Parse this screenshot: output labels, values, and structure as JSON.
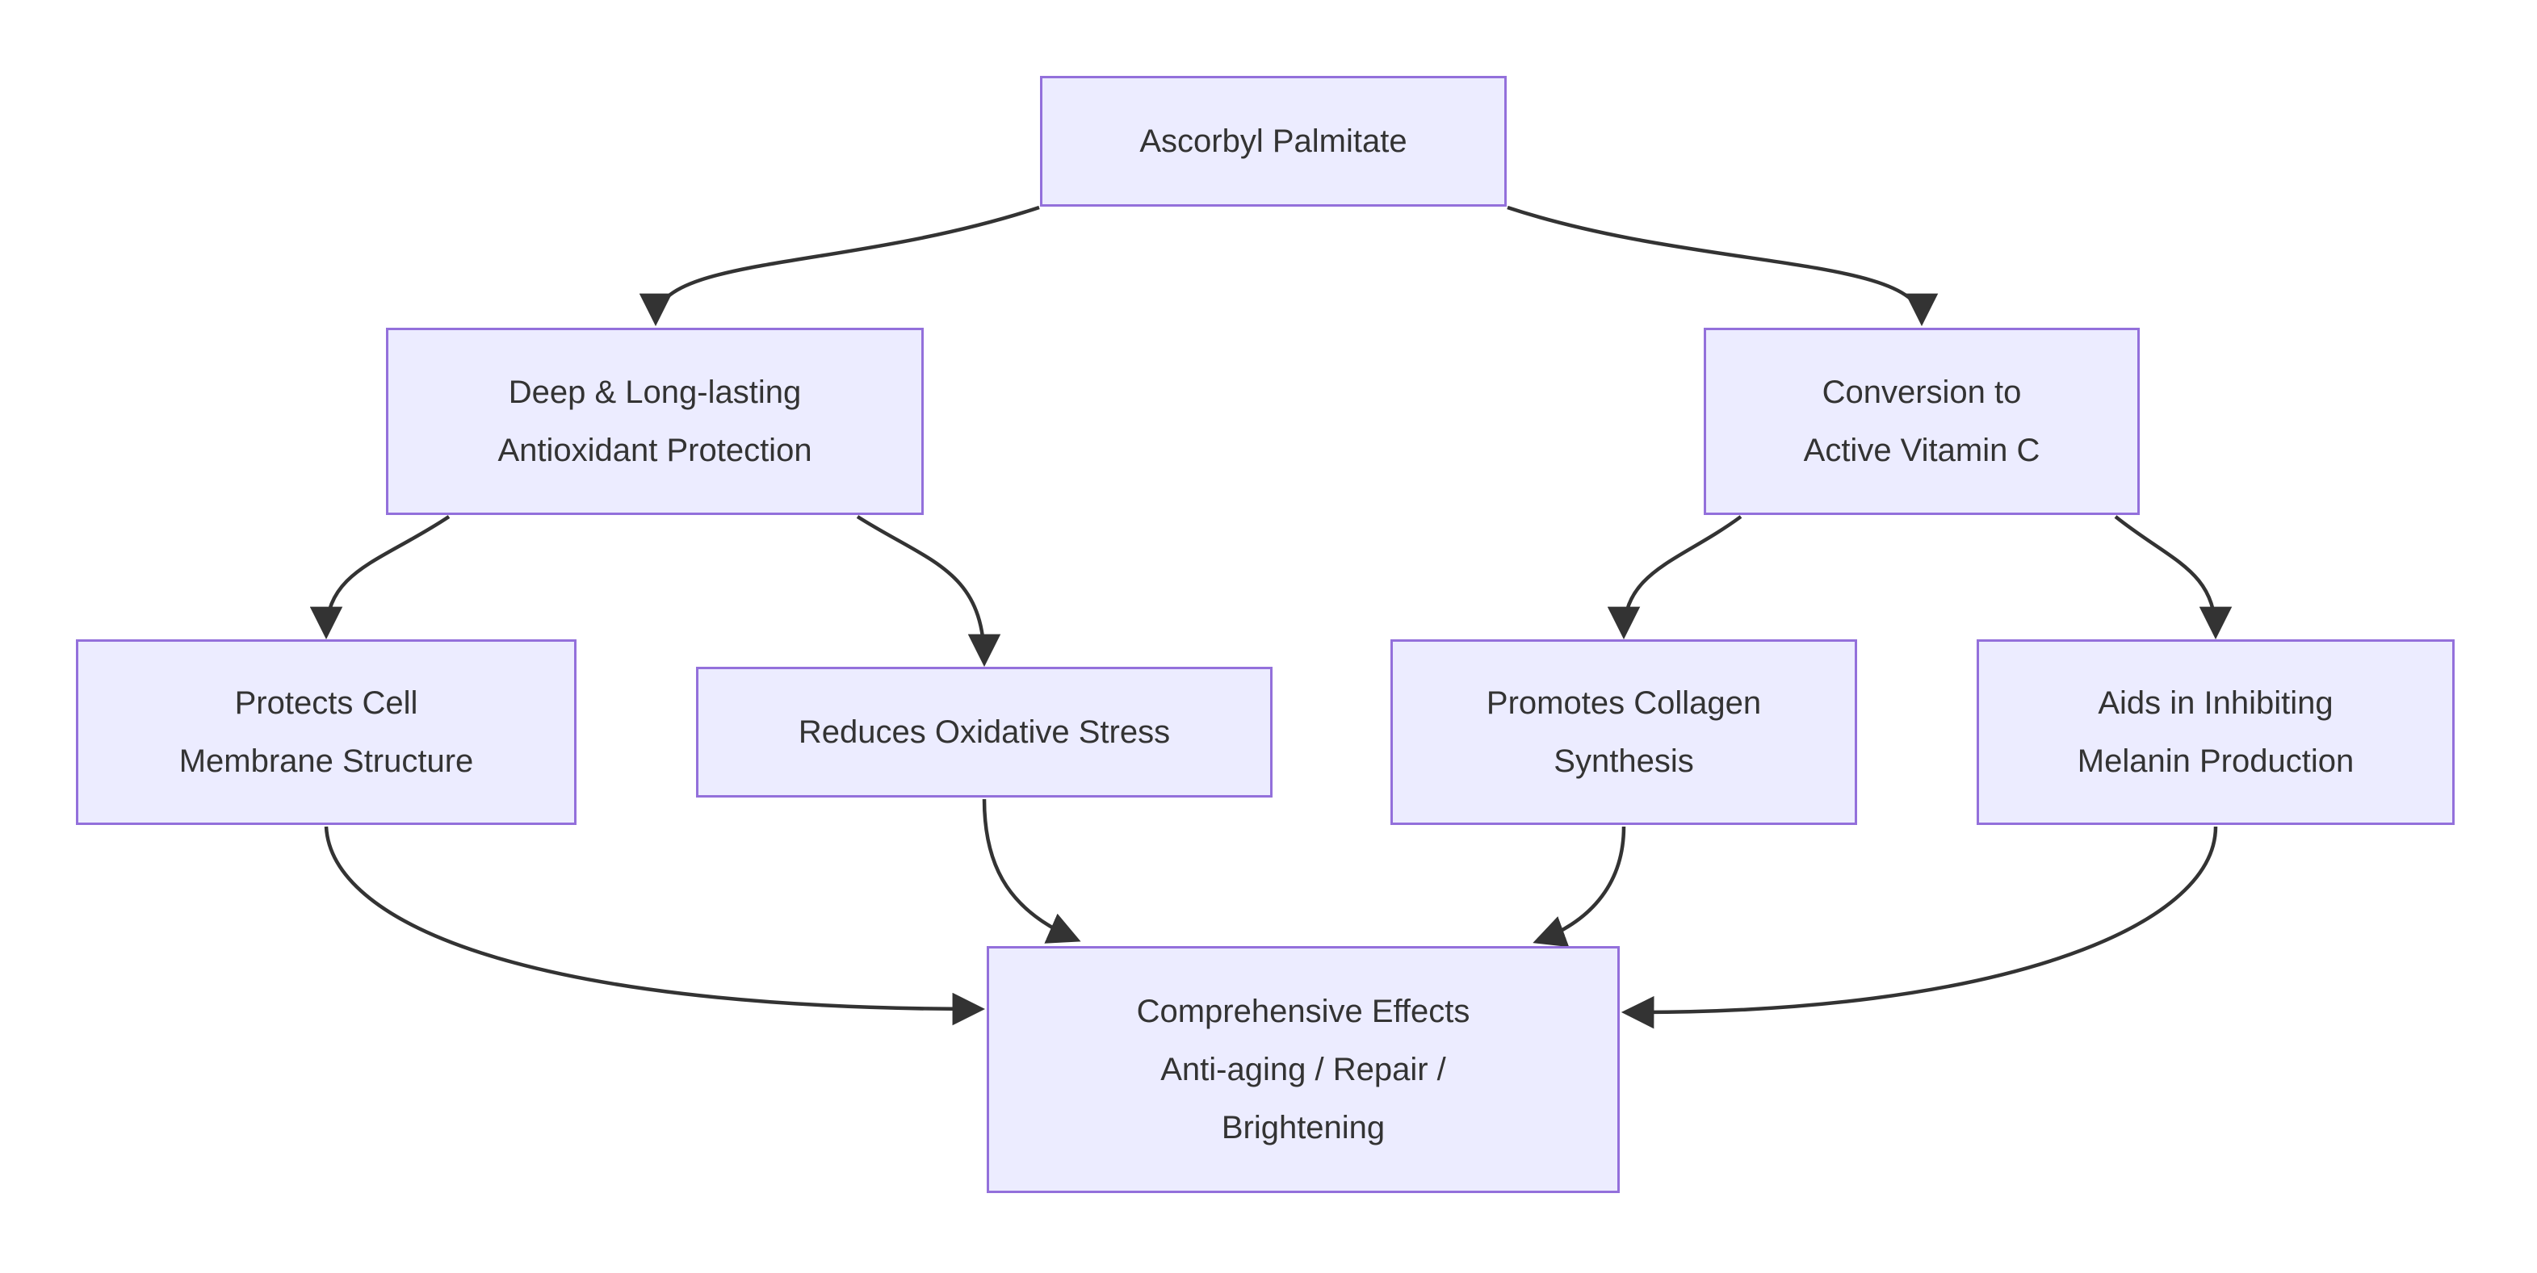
{
  "diagram": {
    "type": "flowchart-top-down",
    "background_color": "#FFFFFF",
    "node_fill_color": "#ECECFF",
    "node_border_color": "#9370DB",
    "edge_color": "#333333",
    "text_color": "#333333",
    "nodes": [
      {
        "id": "ascorbyl-palmitate",
        "label": "Ascorbyl Palmitate"
      },
      {
        "id": "antioxidant-protection",
        "label": "Deep & Long-lasting\nAntioxidant Protection"
      },
      {
        "id": "conversion-vitamin-c",
        "label": "Conversion to\nActive Vitamin C"
      },
      {
        "id": "protects-membrane",
        "label": "Protects Cell\nMembrane Structure"
      },
      {
        "id": "reduces-oxidative-stress",
        "label": "Reduces Oxidative Stress"
      },
      {
        "id": "promotes-collagen",
        "label": "Promotes Collagen\nSynthesis"
      },
      {
        "id": "inhibits-melanin",
        "label": "Aids in Inhibiting\nMelanin Production"
      },
      {
        "id": "comprehensive-effects",
        "label": "Comprehensive Effects\nAnti-aging / Repair /\nBrightening"
      }
    ],
    "edges": [
      {
        "from": "ascorbyl-palmitate",
        "to": "antioxidant-protection"
      },
      {
        "from": "ascorbyl-palmitate",
        "to": "conversion-vitamin-c"
      },
      {
        "from": "antioxidant-protection",
        "to": "protects-membrane"
      },
      {
        "from": "antioxidant-protection",
        "to": "reduces-oxidative-stress"
      },
      {
        "from": "conversion-vitamin-c",
        "to": "promotes-collagen"
      },
      {
        "from": "conversion-vitamin-c",
        "to": "inhibits-melanin"
      },
      {
        "from": "protects-membrane",
        "to": "comprehensive-effects"
      },
      {
        "from": "reduces-oxidative-stress",
        "to": "comprehensive-effects"
      },
      {
        "from": "promotes-collagen",
        "to": "comprehensive-effects"
      },
      {
        "from": "inhibits-melanin",
        "to": "comprehensive-effects"
      }
    ]
  }
}
